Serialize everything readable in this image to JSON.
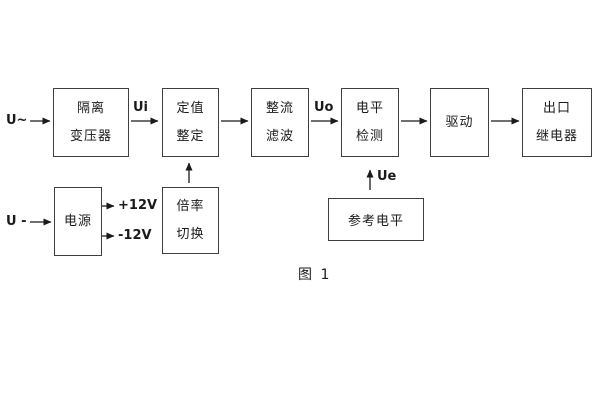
{
  "diagram": {
    "caption": "图 1",
    "colors": {
      "background": "#ffffff",
      "box_border": "#3f3f3f",
      "line": "#1a1a1a",
      "text": "#1a1a1a"
    },
    "inputs": {
      "ac_label": "U~",
      "dc_label": "U -"
    },
    "signal_labels": {
      "ui": "Ui",
      "uo": "Uo",
      "ue": "Ue",
      "plus_12v": "+12V",
      "minus_12v": "-12V"
    },
    "blocks": {
      "isolation_transformer": "隔离\n变压器",
      "value_setting": "定值\n整定",
      "rectify_filter": "整流\n滤波",
      "level_detect": "电平\n检测",
      "drive": "驱动",
      "output_relay": "出口\n继电器",
      "power_supply": "电源",
      "ratio_switch": "倍率\n切换",
      "reference_level": "参考电平"
    }
  }
}
